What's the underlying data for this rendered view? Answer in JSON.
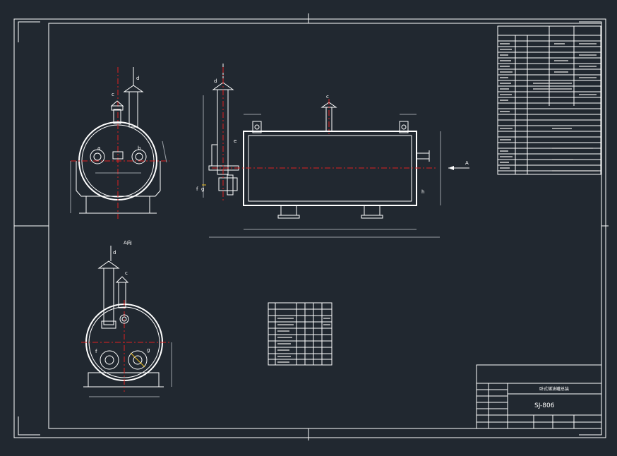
{
  "drawing": {
    "title_block": {
      "product_name": "卧式储油罐总装",
      "drawing_number": "SJ-806"
    },
    "view_label": "A向",
    "arrow_label": "A",
    "nozzle_letters": {
      "front": [
        "c",
        "d",
        "a",
        "b"
      ],
      "side": [
        "d",
        "e",
        "f",
        "g"
      ],
      "main": [
        "c",
        "h"
      ],
      "bottom": [
        "d",
        "c",
        "f",
        "g"
      ]
    }
  },
  "colors": {
    "background": "#212830",
    "line": "#ffffff",
    "centerline": "#e02020",
    "dimension": "#9aa0a6",
    "accent": "#f0c020",
    "cyan": "#60d0ff"
  }
}
